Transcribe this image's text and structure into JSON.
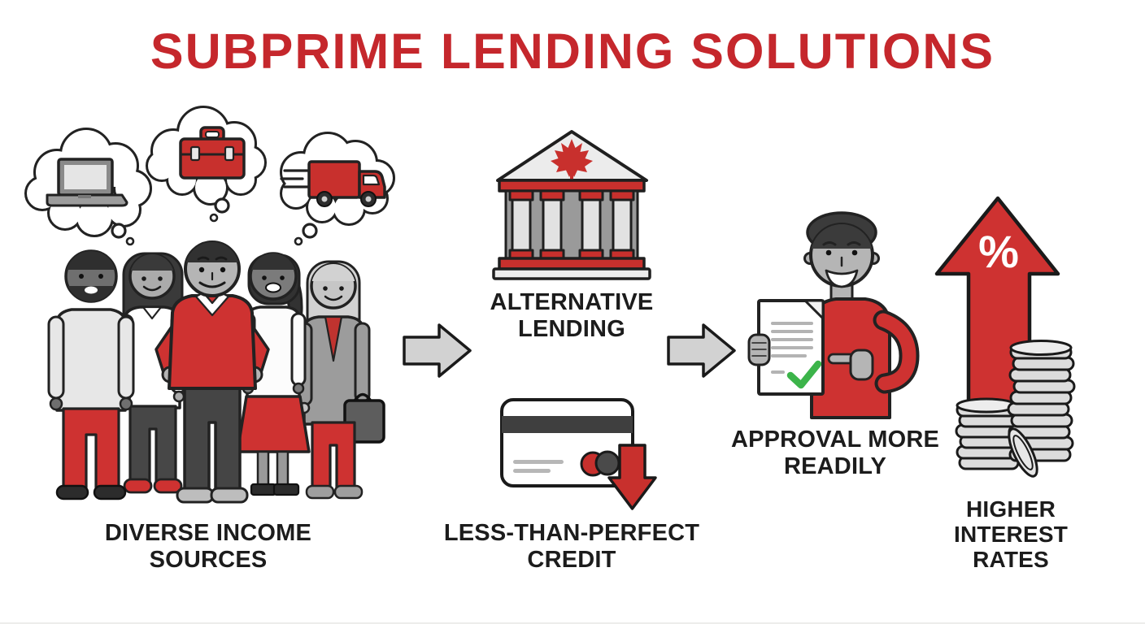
{
  "page": {
    "background_color": "#ffffff"
  },
  "title": {
    "text": "SUBPRIME LENDING SOLUTIONS",
    "color": "#c5272c"
  },
  "flow": {
    "step1": {
      "id": "diverse-income-sources",
      "label_lines": [
        "DIVERSE INCOME",
        "SOURCES"
      ],
      "icon": "group-of-five-people",
      "thought_bubbles": [
        "laptop",
        "toolbox",
        "delivery-truck"
      ]
    },
    "step2_top": {
      "id": "alternative-lending",
      "label_lines": [
        "ALTERNATIVE",
        "LENDING"
      ],
      "icon": "bank-building-with-maple-leaf"
    },
    "step2_bottom": {
      "id": "less-than-perfect-credit",
      "label_lines": [
        "LESS-THAN-PERFECT",
        "CREDIT"
      ],
      "icon": "credit-card-with-down-arrow"
    },
    "step3": {
      "id": "approval-more-readily",
      "label_lines": [
        "APPROVAL MORE",
        "READILY"
      ],
      "icon": "person-holding-approved-document"
    },
    "step4": {
      "id": "higher-interest-rates",
      "label_lines": [
        "HIGHER",
        "INTEREST",
        "RATES"
      ],
      "icon": "up-arrow-with-percent-and-coins",
      "percent_symbol": "%"
    }
  },
  "connectors": {
    "style": "gray-right-arrow",
    "count": 2
  },
  "colors": {
    "accent_red": "#ce3231",
    "title_red": "#c5272c",
    "text_dark": "#1c1c1c",
    "outline_black": "#1a1a1a",
    "gray_light": "#d2d2d2",
    "gray_mid": "#9a9a9a",
    "check_green": "#3cb44a",
    "white": "#ffffff"
  }
}
